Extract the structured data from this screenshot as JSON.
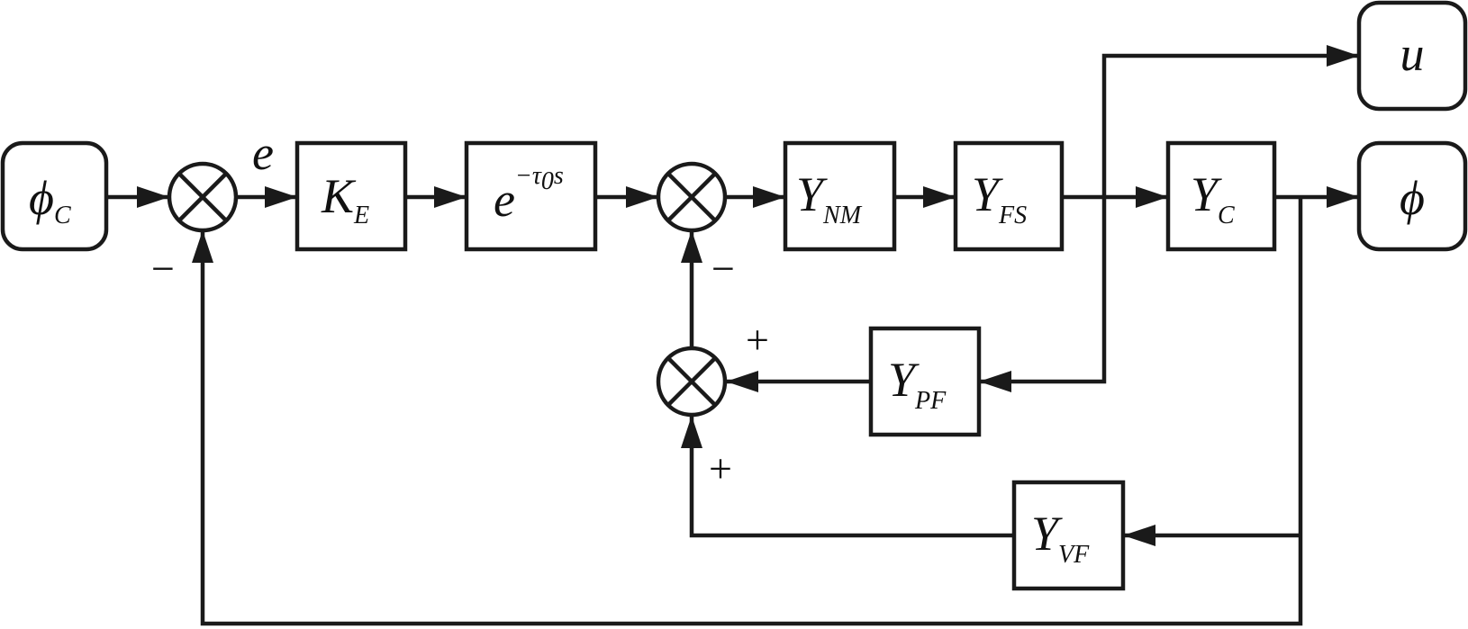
{
  "blocks": {
    "ke": {
      "main": "K",
      "sub": "E"
    },
    "delay": {
      "main": "e",
      "sup": "−τ",
      "sup_sub": "0",
      "sup_tail": "s"
    },
    "ynm": {
      "main": "Y",
      "sub": "NM"
    },
    "yfs": {
      "main": "Y",
      "sub": "FS"
    },
    "yc": {
      "main": "Y",
      "sub": "C"
    },
    "ypf": {
      "main": "Y",
      "sub": "PF"
    },
    "yvf": {
      "main": "Y",
      "sub": "VF"
    }
  },
  "terminals": {
    "input": {
      "main": "ϕ",
      "sub": "C"
    },
    "output": {
      "main": "ϕ"
    },
    "u": {
      "main": "u"
    }
  },
  "signals": {
    "error": "e"
  },
  "signs": {
    "outer_minus": "−",
    "inner_minus": "−",
    "pf_plus": "+",
    "vf_plus": "+"
  }
}
